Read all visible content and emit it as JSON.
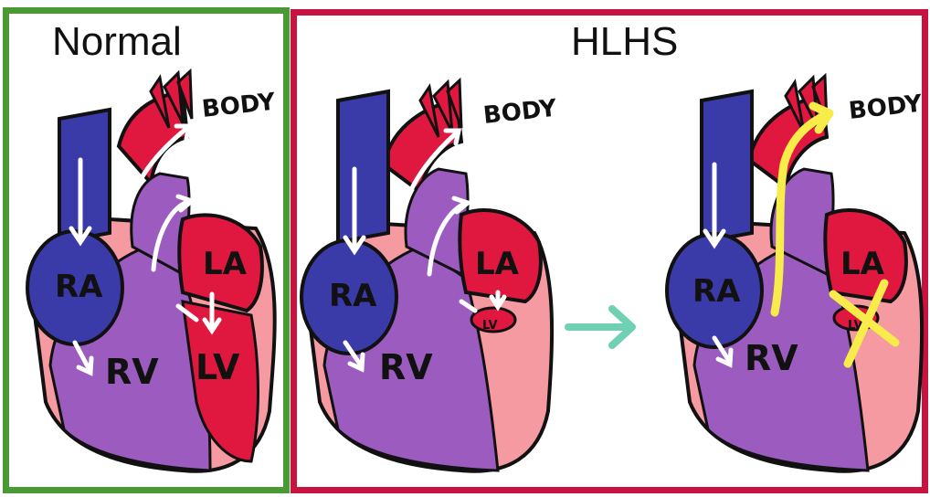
{
  "panels": {
    "normal": {
      "title": "Normal"
    },
    "hlhs": {
      "title": "HLHS"
    }
  },
  "labels": {
    "ra": "RA",
    "rv": "RV",
    "la": "LA",
    "lv": "LV",
    "body": "BODY"
  },
  "colors": {
    "normal_border": "#4a9a34",
    "hlhs_border": "#c8123f",
    "deoxygenated": "#3a3aa8",
    "oxygenated": "#e0173f",
    "mixed": "#9b5bbf",
    "heart_wall": "#f59aa0",
    "flow_arrow": "#ffffff",
    "transition_arrow": "#6fd0b4",
    "highlight": "#f7ec4a"
  }
}
